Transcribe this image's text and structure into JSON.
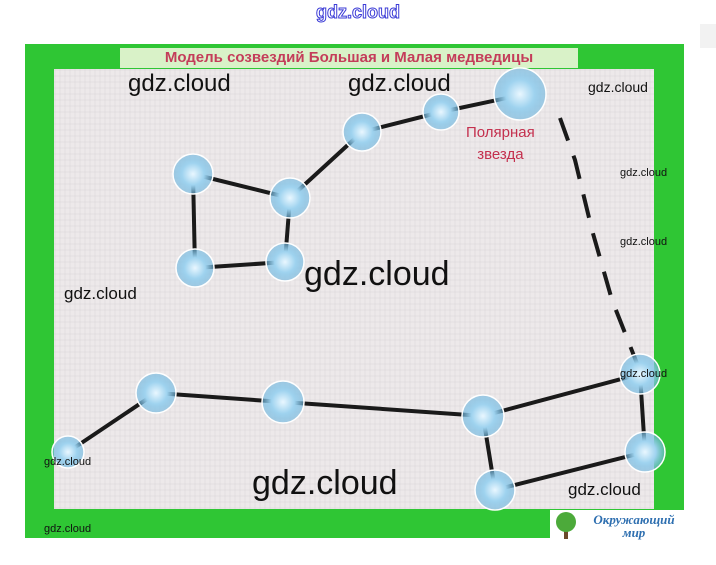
{
  "watermark_top": "gdz.cloud",
  "title": "Модель созвездий Большая и Малая медведицы",
  "polar_star_label": [
    "Полярная",
    "звезда"
  ],
  "watermarks": [
    "gdz.cloud",
    "gdz.cloud",
    "gdz.cloud",
    "gdz.cloud",
    "gdz.cloud",
    "gdz.cloud",
    "gdz.cloud",
    "gdz.cloud",
    "gdz.cloud",
    "gdz.cloud",
    "gdz.cloud",
    "gdz.cloud",
    "gdz.cloud"
  ],
  "brand": {
    "line1": "Окружающий",
    "line2": "мир"
  },
  "colors": {
    "frame_green": "#2fc634",
    "star_blue": "#9fd3ef",
    "title_red": "#c43d5a",
    "brand_blue": "#2e6fb0"
  }
}
